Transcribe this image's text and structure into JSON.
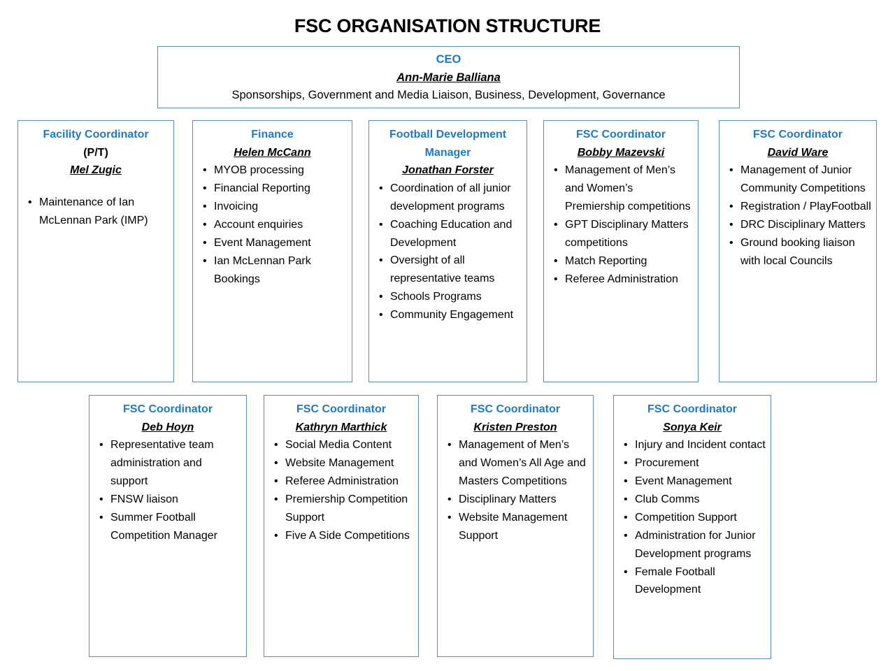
{
  "title": "FSC ORGANISATION STRUCTURE",
  "colors": {
    "accent_blue": "#1F7AC4",
    "border_blue": "#5B8DB8",
    "text_black": "#000000",
    "background": "#FFFFFF"
  },
  "ceo": {
    "role": "CEO",
    "name": "Ann-Marie Balliana",
    "description": "Sponsorships, Government and Media Liaison, Business, Development, Governance"
  },
  "row1": [
    {
      "role": "Facility Coordinator",
      "subrole": "(P/T)",
      "name": "Mel Zugic",
      "bullets": [
        "Maintenance of Ian McLennan Park (IMP)"
      ]
    },
    {
      "role": "Finance",
      "subrole": "",
      "name": "Helen McCann",
      "bullets": [
        "MYOB processing",
        "Financial Reporting",
        "Invoicing",
        "Account enquiries",
        "Event Management",
        "Ian McLennan Park Bookings"
      ]
    },
    {
      "role": "Football Development Manager",
      "subrole": "",
      "name": "Jonathan Forster",
      "bullets": [
        "Coordination of all junior development programs",
        "Coaching Education and Development",
        "Oversight of all representative teams",
        "Schools Programs",
        "Community Engagement"
      ]
    },
    {
      "role": "FSC Coordinator",
      "subrole": "",
      "name": "Bobby Mazevski",
      "bullets": [
        "Management of Men’s and Women’s Premiership competitions",
        "GPT Disciplinary Matters competitions",
        "Match Reporting",
        "Referee Administration"
      ]
    },
    {
      "role": "FSC Coordinator",
      "subrole": "",
      "name": "David Ware",
      "bullets": [
        "Management of Junior Community Competitions",
        "Registration / PlayFootball",
        "DRC Disciplinary Matters",
        "Ground booking liaison with local Councils"
      ]
    }
  ],
  "row2": [
    {
      "role": "FSC Coordinator",
      "subrole": "",
      "name": "Deb Hoyn",
      "bullets": [
        "Representative team administration and support",
        "FNSW liaison",
        "Summer Football Competition Manager"
      ]
    },
    {
      "role": "FSC Coordinator",
      "subrole": "",
      "name": "Kathryn Marthick",
      "bullets": [
        "Social Media Content",
        "Website Management",
        "Referee Administration",
        "Premiership Competition Support",
        "Five A Side Competitions"
      ]
    },
    {
      "role": "FSC Coordinator",
      "subrole": "",
      "name": "Kristen Preston",
      "bullets": [
        "Management of Men’s and Women’s All Age and Masters Competitions",
        "Disciplinary Matters",
        "Website Management Support"
      ]
    },
    {
      "role": "FSC Coordinator",
      "subrole": "",
      "name": "Sonya Keir",
      "bullets": [
        "Injury and Incident contact",
        "Procurement",
        "Event Management",
        "Club Comms",
        "Competition Support",
        "Administration for Junior Development programs",
        "Female Football Development"
      ]
    }
  ]
}
